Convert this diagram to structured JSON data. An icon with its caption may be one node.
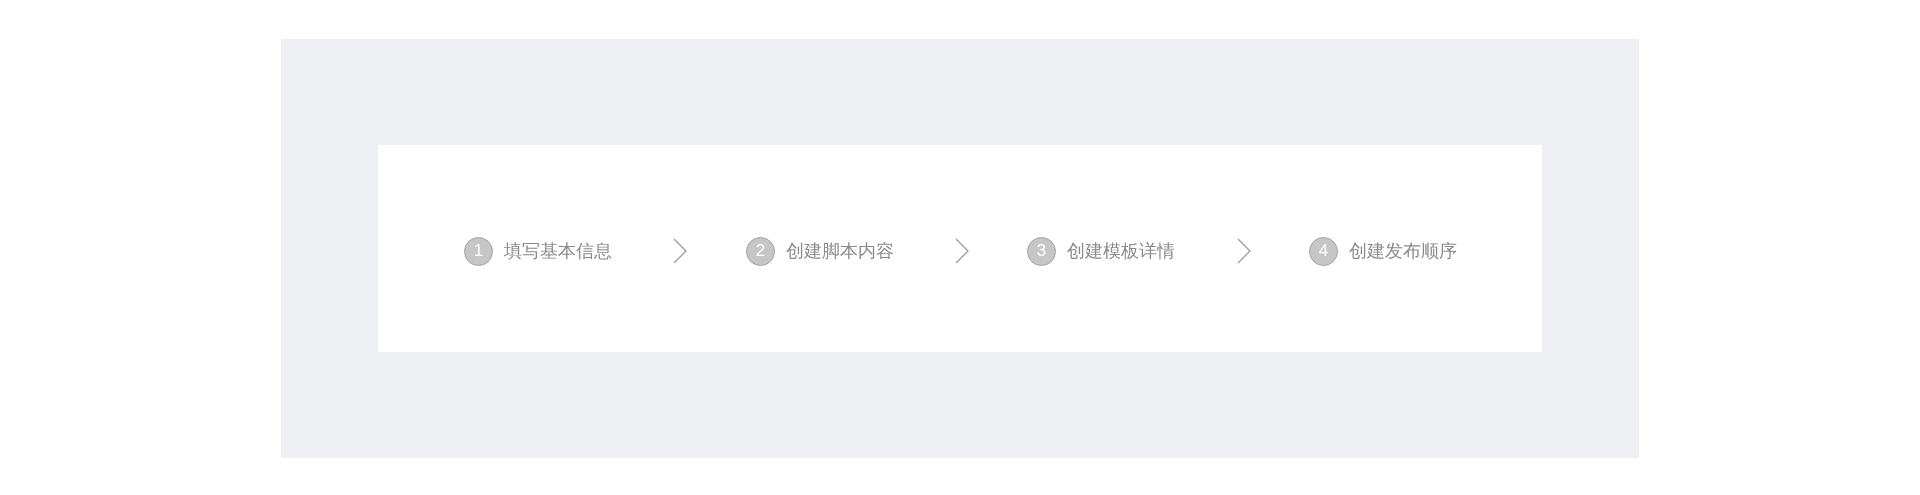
{
  "diagram": {
    "nodes": [
      {
        "text": [
          "1",
          "填写基本信息"
        ]
      },
      {
        "text": [
          "2",
          "创建脚本内容"
        ]
      },
      {
        "text": [
          "3",
          "创建模板详情"
        ]
      },
      {
        "text": [
          "4",
          "创建发布顺序"
        ]
      }
    ],
    "edges": [
      {
        "from": 0,
        "to": 1,
        "arrow": "to"
      },
      {
        "from": 1,
        "to": 2,
        "arrow": "to"
      },
      {
        "from": 2,
        "to": 3,
        "arrow": "to"
      }
    ]
  }
}
